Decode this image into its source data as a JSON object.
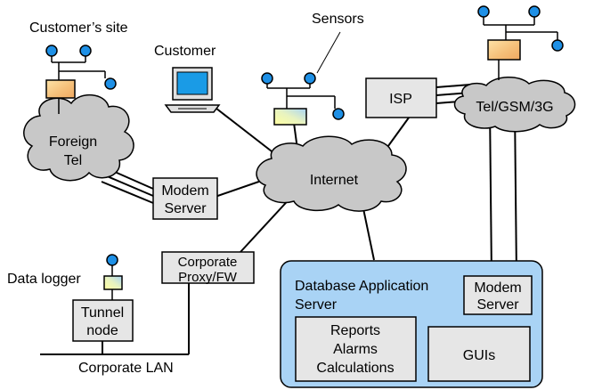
{
  "labels": {
    "customers_site": "Customer’s site",
    "sensors": "Sensors",
    "customer": "Customer",
    "foreign_tel": [
      "Foreign",
      "Tel"
    ],
    "isp": "ISP",
    "tel_gsm": "Tel/GSM/3G",
    "internet": "Internet",
    "modem_server_left": [
      "Modem",
      "Server"
    ],
    "corporate_proxy": [
      "Corporate",
      "Proxy/FW"
    ],
    "data_logger": "Data logger",
    "tunnel_node": [
      "Tunnel",
      "node"
    ],
    "corporate_lan": "Corporate LAN",
    "db_app_server": [
      "Database Application",
      "Server"
    ],
    "modem_server_right": [
      "Modem",
      "Server"
    ],
    "reports": [
      "Reports",
      "Alarms",
      "Calculations"
    ],
    "guis": "GUIs"
  },
  "colors": {
    "cloud_fill": "#c8c8c8",
    "box_fill": "#e6e6e6",
    "server_area_fill": "#a9d3f5",
    "sensor_blue": "#1e90e6",
    "monitor_screen": "#1a9be6",
    "device_gradient_a": "#f5c58a",
    "device_gradient_b": "#b8dcf5"
  }
}
